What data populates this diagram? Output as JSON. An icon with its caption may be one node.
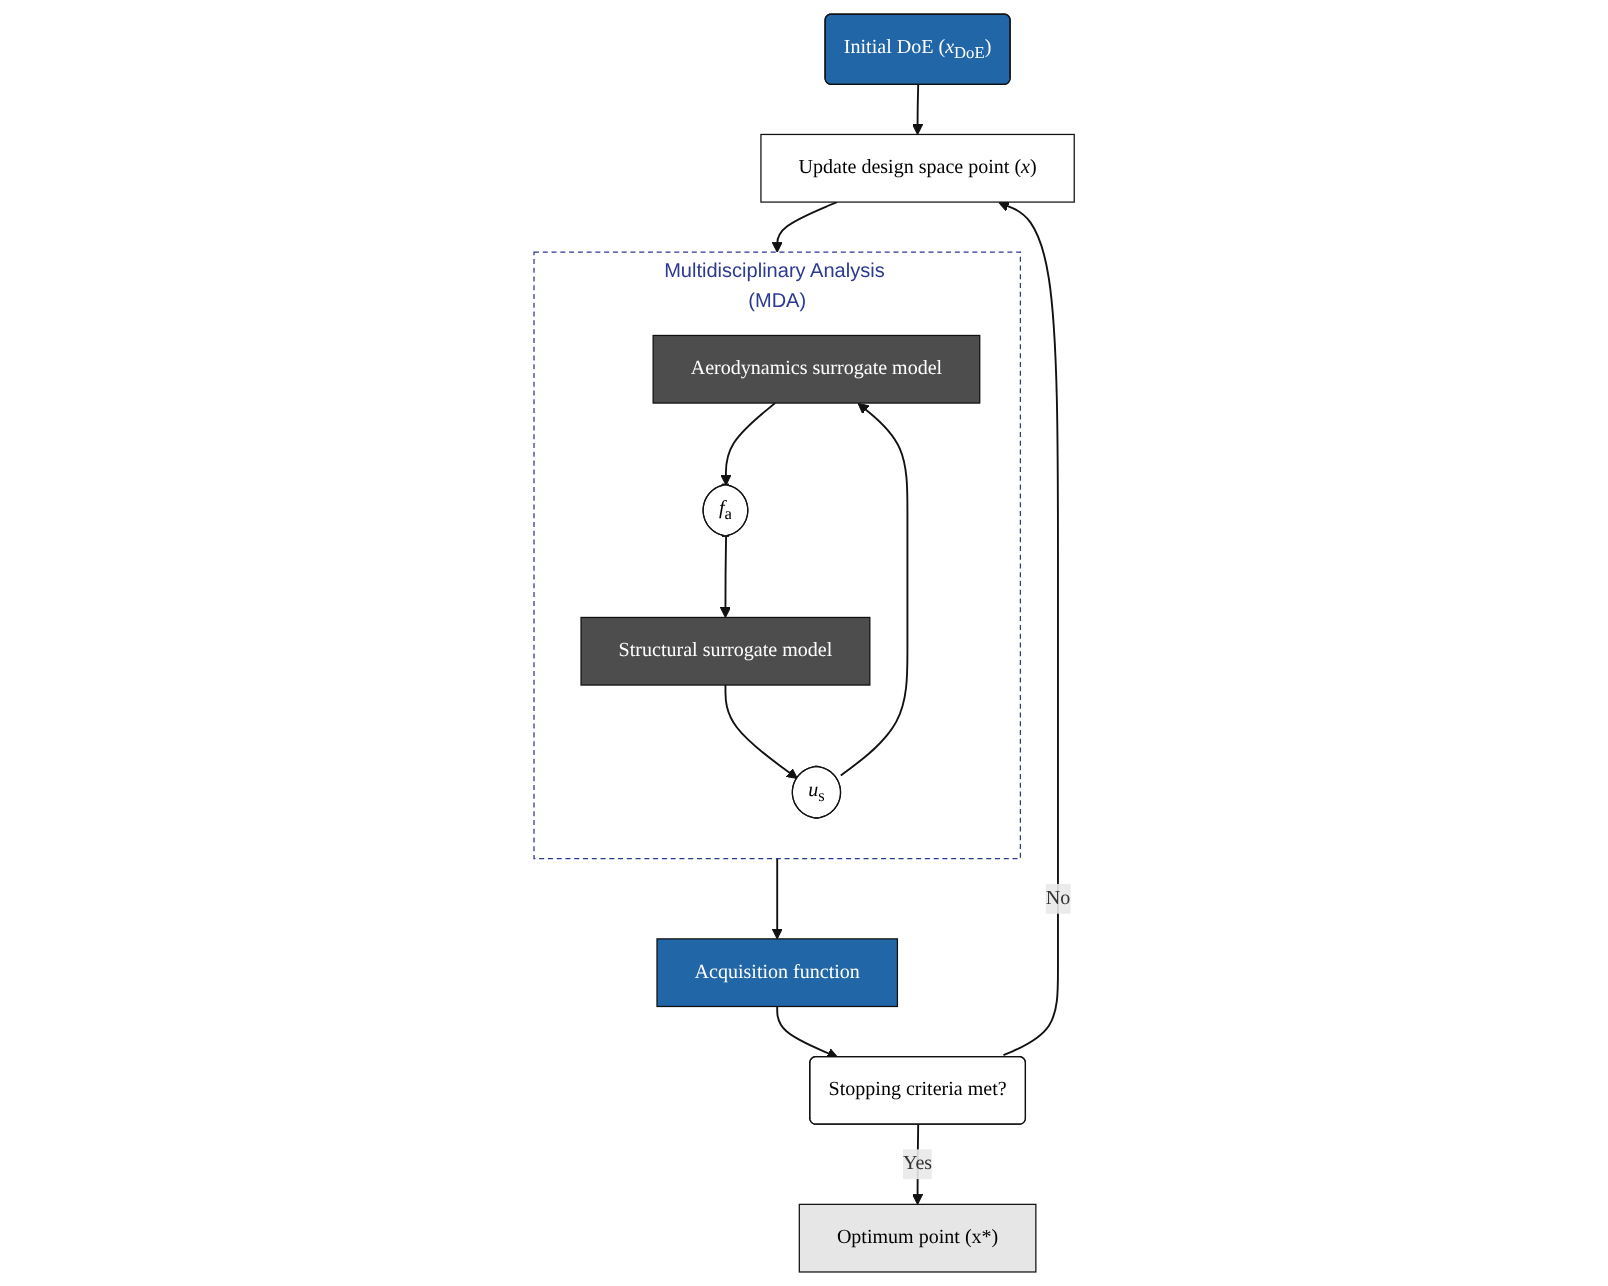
{
  "diagram": {
    "nodes": [
      {
        "text": [
          "Initial DoE (*x*$_{DoE}$)"
        ]
      },
      {
        "text": [
          "Update design space point (*x*)"
        ]
      },
      {
        "text": [
          "Multidisciplinary Analysis (MDA)"
        ]
      },
      {
        "text": [
          "Aerodynamics surrogate model"
        ],
        "in": 2
      },
      {
        "text": [
          "*f*$_{a}$"
        ],
        "in": 2
      },
      {
        "text": [
          "Structural surrogate model"
        ],
        "in": 2
      },
      {
        "text": [
          "*u*$_{s}$"
        ],
        "in": 2
      },
      {
        "text": [
          "Acquisition function"
        ]
      },
      {
        "text": [
          "Stopping criteria met?"
        ]
      },
      {
        "text": [
          "Optimum point (x*)"
        ]
      }
    ],
    "edges": [
      {
        "from": 0,
        "to": 1,
        "arrow": "to"
      },
      {
        "from": 1,
        "to": 2,
        "arrow": "to"
      },
      {
        "from": 3,
        "to": 4,
        "arrow": "to"
      },
      {
        "from": 4,
        "to": 5,
        "arrow": "to"
      },
      {
        "from": 5,
        "to": 6,
        "arrow": "to"
      },
      {
        "from": 6,
        "to": 3,
        "arrow": "to"
      },
      {
        "from": 2,
        "to": 7,
        "arrow": "to"
      },
      {
        "from": 7,
        "to": 8,
        "arrow": "to"
      },
      {
        "from": 8,
        "to": 1,
        "arrow": "to",
        "label": "No"
      },
      {
        "from": 8,
        "to": 9,
        "arrow": "to",
        "label": "Yes"
      }
    ]
  }
}
